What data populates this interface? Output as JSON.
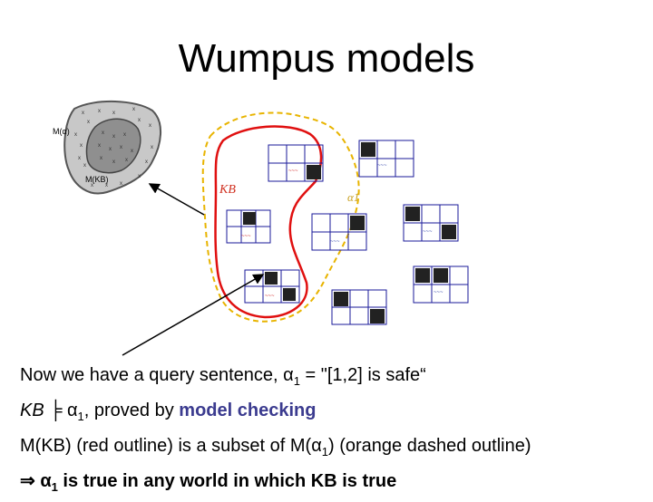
{
  "title": "Wumpus models",
  "figure": {
    "label_m_alpha": "M(",
    "label_m_alpha_sym": "α",
    "label_m_alpha_close": ")",
    "label_m_kb": "M(KB)",
    "label_kb": "KB",
    "label_alpha1": "α1",
    "colors": {
      "kb_outline": "#e01010",
      "alpha_outline": "#e8b400",
      "pit_cell": "#222222",
      "breeze": "#3344aa",
      "arrow": "#000000"
    }
  },
  "bullets": {
    "line1_prefix": "Now we have a query sentence, α",
    "line1_sub": "1",
    "line1_suffix": " = \"[1,2] is safe“",
    "line2_kb": "KB",
    "line2_entails": " ╞ α",
    "line2_sub": "1",
    "line2_mid": ", proved by ",
    "line2_bold": "model checking",
    "line3_a": "M(KB) (red outline) is a subset of M(α",
    "line3_sub": "1",
    "line3_b": ") (orange dashed outline)",
    "line4_arrow": "⇒ ",
    "line4_a": "α",
    "line4_sub": "1",
    "line4_b": " is true in any world in which KB is true"
  }
}
